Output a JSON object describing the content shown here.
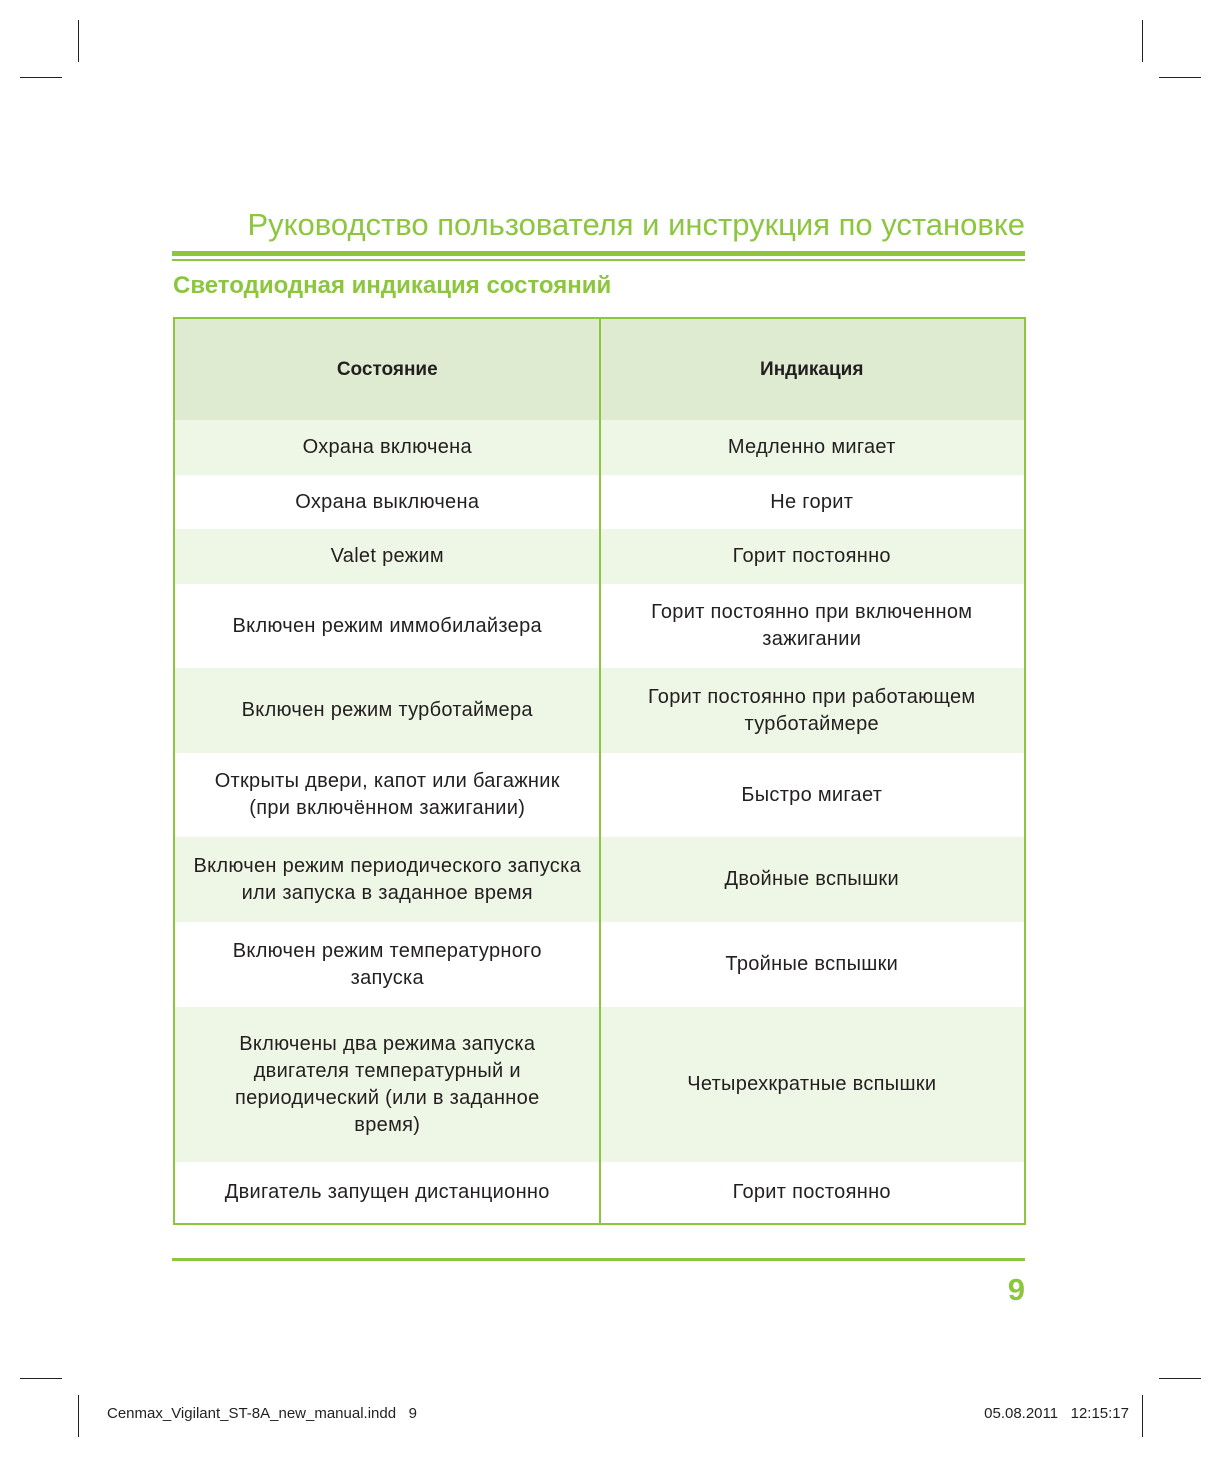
{
  "header": {
    "title": "Руководство пользователя и инструкция по установке",
    "section": "Светодиодная индикация состояний"
  },
  "table": {
    "columns": [
      "Состояние",
      "Индикация"
    ],
    "rows": [
      {
        "state": "Охрана включена",
        "indication": "Медленно мигает"
      },
      {
        "state": "Охрана выключена",
        "indication": "Не горит"
      },
      {
        "state": "Valet режим",
        "indication": "Горит постоянно"
      },
      {
        "state": "Включен режим иммобилайзера",
        "indication": "Горит постоянно при включенном зажигании"
      },
      {
        "state": "Включен режим турботаймера",
        "indication": "Горит постоянно при работающем турботаймере"
      },
      {
        "state": "Открыты двери, капот или багажник (при включённом зажигании)",
        "indication": "Быстро мигает"
      },
      {
        "state": "Включен режим периодического запуска или запуска в заданное время",
        "indication": "Двойные вспышки"
      },
      {
        "state": "Включен режим температурного запуска",
        "indication": "Тройные вспышки"
      },
      {
        "state": "Включены два режима запуска двигателя температурный и периодический (или в заданное время)",
        "indication": "Четырехкратные вспышки"
      },
      {
        "state": "Двигатель запущен дистанционно",
        "indication": "Горит постоянно"
      }
    ]
  },
  "footer": {
    "page_number": "9",
    "slug_file": "Cenmax_Vigilant_ST-8A_new_manual.indd   9",
    "slug_datetime": "05.08.2011   12:15:17"
  },
  "colors": {
    "accent": "#8cc63f",
    "header_fill": "#dfebd0",
    "alt_row_fill": "#eef6e5",
    "text": "#231f20"
  }
}
